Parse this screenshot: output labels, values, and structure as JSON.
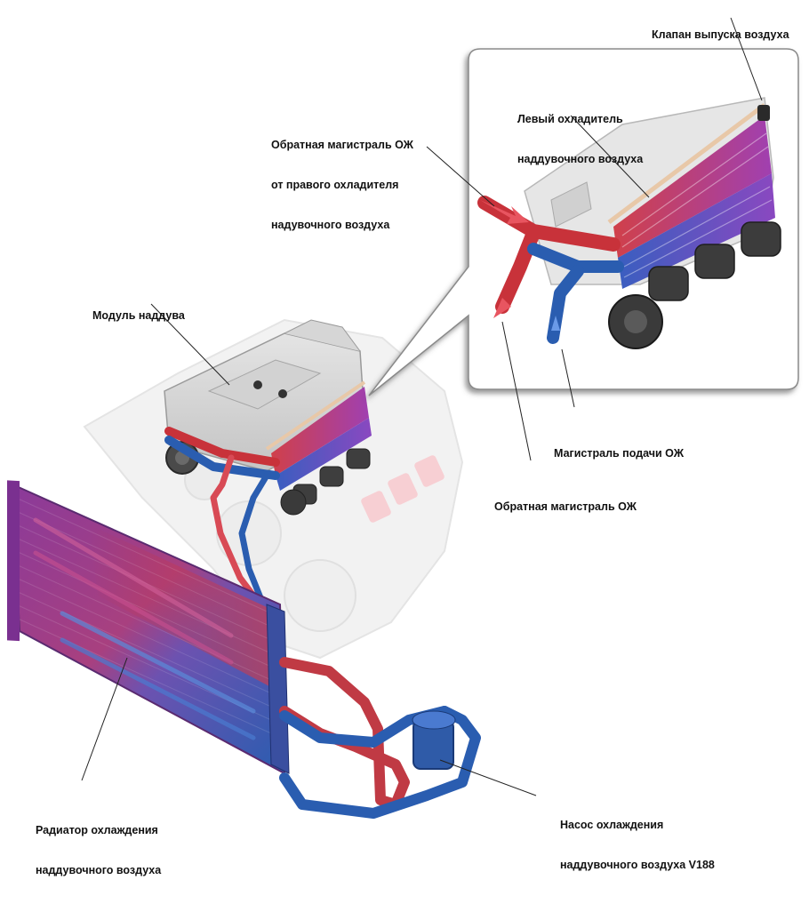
{
  "diagram": {
    "title": "Система охлаждения наддувочного воздуха",
    "colors": {
      "hot": "#c8323a",
      "hot_light": "#e85560",
      "cold": "#2a5db0",
      "cold_light": "#4a86d8",
      "mixed": "#8a3a9a",
      "engine_gray": "#d8d8d8",
      "leader_line": "#222222",
      "inset_border": "#7a7a7a"
    },
    "labels": {
      "air_release_valve": [
        "Клапан выпуска воздуха"
      ],
      "return_line_right_cooler": [
        "Обратная магистраль ОЖ",
        "от правого охладителя",
        "надувочного воздуха"
      ],
      "left_charge_air_cooler": [
        "Левый охладитель",
        "наддувочного воздуха"
      ],
      "supercharger_module": [
        "Модуль наддува"
      ],
      "coolant_supply_line": [
        "Магистраль подачи ОЖ"
      ],
      "coolant_return_line": [
        "Обратная магистраль ОЖ"
      ],
      "charge_air_radiator": [
        "Радиатор охлаждения",
        "наддувочного воздуха"
      ],
      "charge_air_pump": [
        "Насос охлаждения",
        "наддувочного воздуха V188"
      ]
    }
  }
}
